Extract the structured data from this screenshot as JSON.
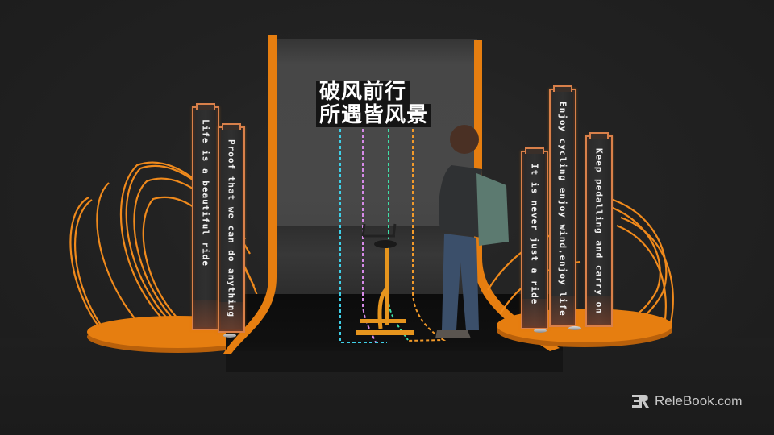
{
  "scene": {
    "description": "Cycling-themed exhibition booth 3D render",
    "accent_color": "#e67e10",
    "background_color": "#222222"
  },
  "title": {
    "line1": "破风前行",
    "line2": "所遇皆风景"
  },
  "led_lines": [
    {
      "color": "#3fd0e8"
    },
    {
      "color": "#d68ae8"
    },
    {
      "color": "#3fe0a8"
    },
    {
      "color": "#f29a2a"
    }
  ],
  "pillars_left": [
    {
      "text": "Life is a beautiful ride"
    },
    {
      "text": "Proof that we can do anything"
    }
  ],
  "pillars_right": [
    {
      "text": "It is never just a ride"
    },
    {
      "text": "Enjoy cycling  enjoy wind,enjoy life"
    },
    {
      "text": "Keep pedalling and carry on"
    }
  ],
  "watermark": {
    "brand": "ReleBook",
    "domain": ".com"
  }
}
